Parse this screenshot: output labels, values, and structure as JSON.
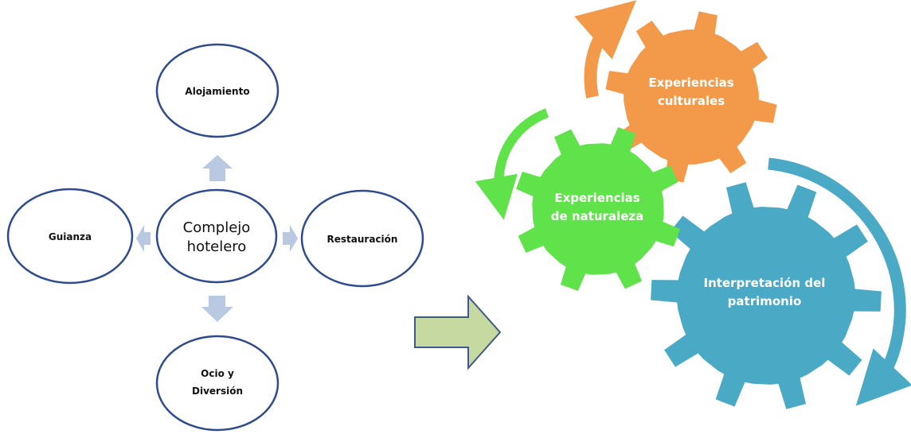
{
  "left_diagram": {
    "center": {
      "line1": "Complejo",
      "line2": "hotelero"
    },
    "nodes": {
      "top": {
        "line1": "Alojamiento"
      },
      "right": {
        "line1": "Restauración"
      },
      "bottom": {
        "line1": "Ocio y",
        "line2": "Diversión"
      },
      "left": {
        "line1": "Guianza"
      }
    },
    "ellipse_stroke": "#2f4b8f",
    "arrow_fill": "#b9c9e2"
  },
  "transition_arrow": {
    "fill": "#c5d9a0",
    "stroke": "#3f5a8a"
  },
  "gears": {
    "cultural": {
      "line1": "Experiencias",
      "line2": "culturales",
      "color": "#f39a4a"
    },
    "nature": {
      "line1": "Experiencias",
      "line2": "de naturaleza",
      "color": "#60e24a"
    },
    "heritage": {
      "line1": "Interpretación del",
      "line2": "patrimonio",
      "color": "#4aaac5"
    }
  }
}
